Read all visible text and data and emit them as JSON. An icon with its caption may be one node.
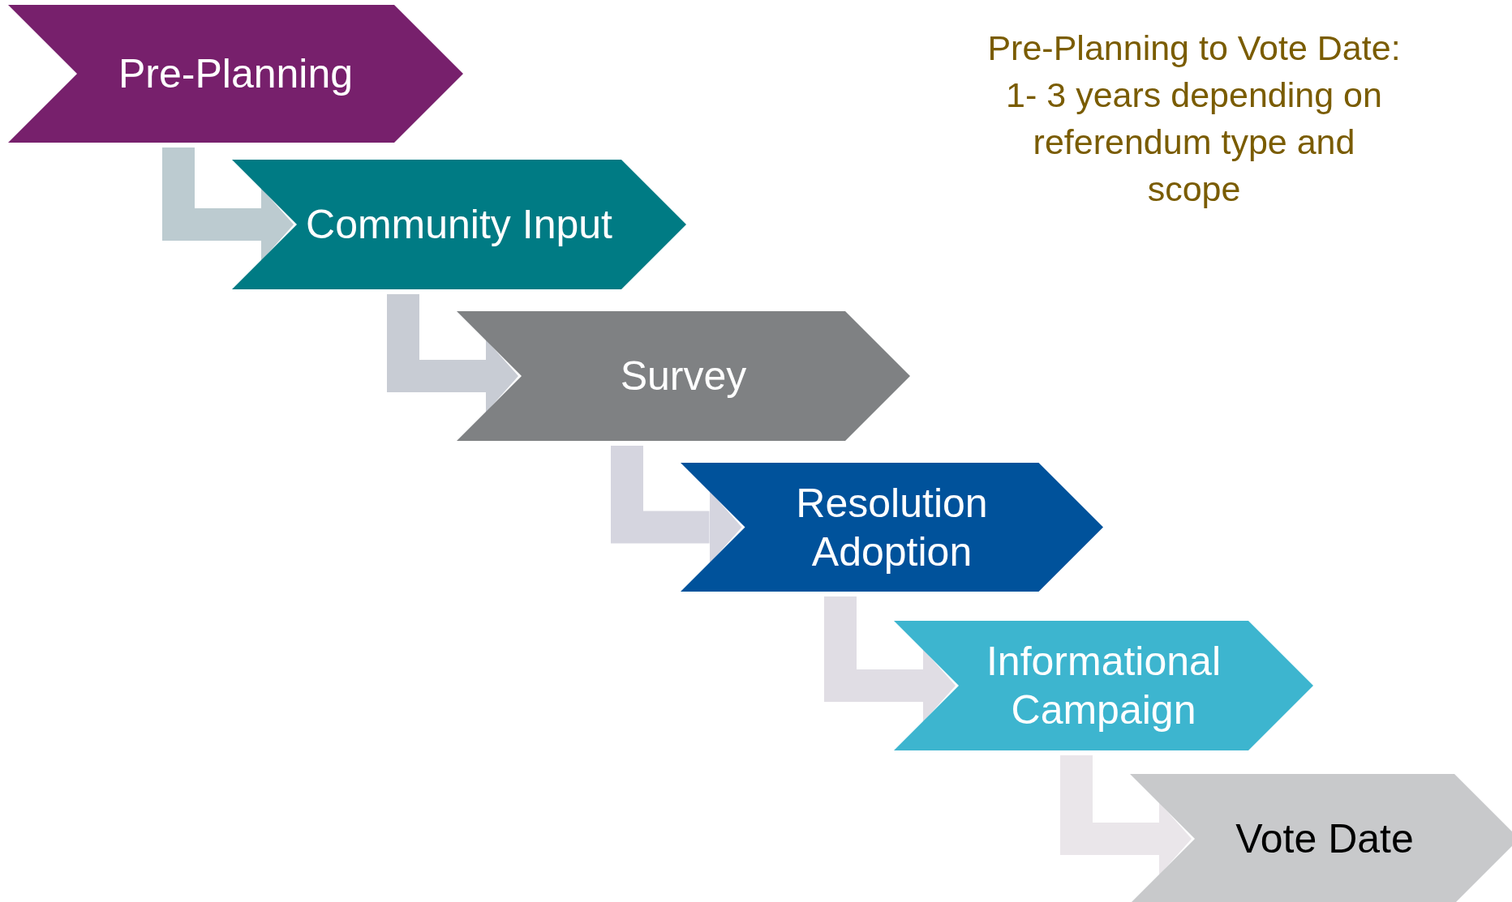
{
  "diagram": {
    "nodes": [
      {
        "text": [
          "Pre-Planning"
        ]
      },
      {
        "text": [
          "Community Input"
        ]
      },
      {
        "text": [
          "Survey"
        ]
      },
      {
        "text": [
          "Resolution Adoption"
        ]
      },
      {
        "text": [
          "Informational Campaign"
        ]
      },
      {
        "text": [
          "Vote Date"
        ]
      }
    ],
    "edges": [
      {
        "from": 0,
        "to": 1,
        "arrow": "to",
        "color": "#bccbd0"
      },
      {
        "from": 1,
        "to": 2,
        "arrow": "to",
        "color": "#c8ccd4"
      },
      {
        "from": 2,
        "to": 3,
        "arrow": "to",
        "color": "#d5d5df"
      },
      {
        "from": 3,
        "to": 4,
        "arrow": "to",
        "color": "#e0dde4"
      },
      {
        "from": 4,
        "to": 5,
        "arrow": "to",
        "color": "#eae6ea"
      }
    ],
    "labels": [
      "Pre-Planning to Vote Date: 1- 3 years depending on referendum type and scope"
    ]
  }
}
